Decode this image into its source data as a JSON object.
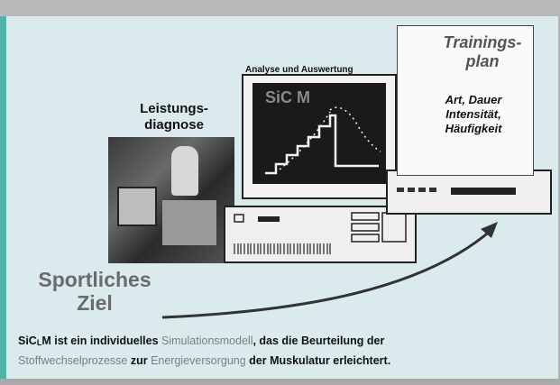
{
  "labels": {
    "leistungsdiagnose": "Leistungs-\ndiagnose",
    "analyse": "Analyse und Auswertung",
    "sicm_watermark": "SiC M",
    "trainingsplan_title": "Trainings-\nplan",
    "trainingsplan_body": "Art, Dauer\nIntensität,\nHäufigkeit",
    "sportliches_ziel": "Sportliches\nZiel"
  },
  "caption": {
    "sicm": "SiC",
    "sicm_sub": "L",
    "sicm_end": "M",
    "p1": " ist ein individuelles ",
    "p2": "Simulationsmodell",
    "p3": ", das die Beurteilung der",
    "p4": "Stoffwechselprozesse",
    "p5": " zur ",
    "p6": "Energieversorgung",
    "p7": " der Muskulatur erleichtert."
  }
}
